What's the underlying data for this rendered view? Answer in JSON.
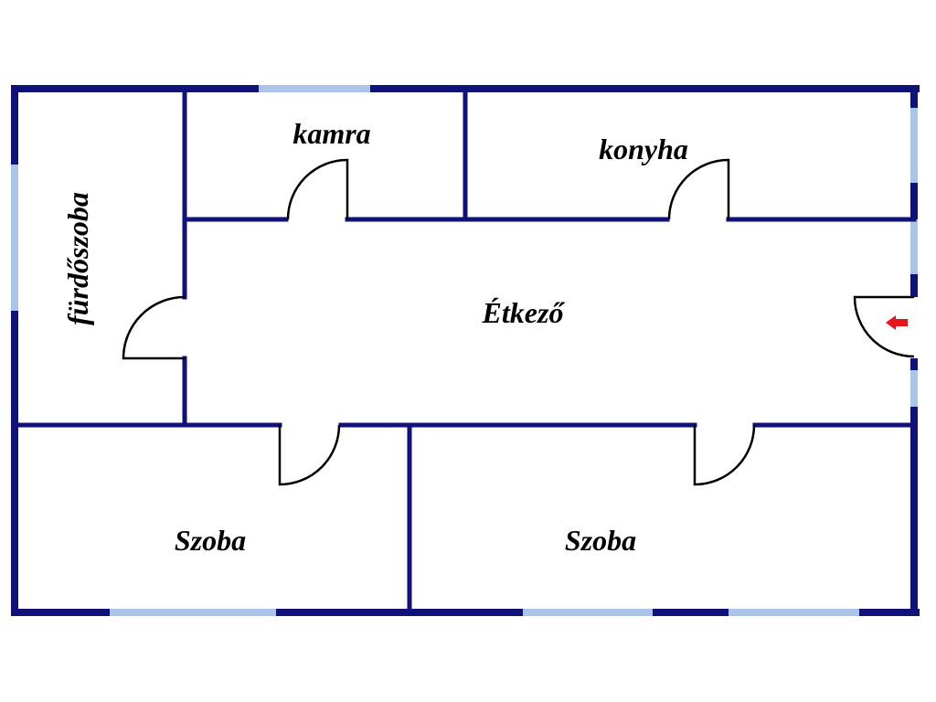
{
  "floor_plan": {
    "rooms": [
      {
        "id": "kamra",
        "label": "kamra"
      },
      {
        "id": "konyha",
        "label": "konyha"
      },
      {
        "id": "furdoszoba",
        "label": "fürdőszoba"
      },
      {
        "id": "etkezo",
        "label": "Étkező"
      },
      {
        "id": "szoba_left",
        "label": "Szoba"
      },
      {
        "id": "szoba_right",
        "label": "Szoba"
      }
    ],
    "entrance_icon": "red-arrow-left-icon",
    "colors": {
      "wall": "#10127a",
      "window": "#a9c6e8",
      "door": "#000000",
      "arrow": "#e8141c",
      "background": "#ffffff"
    }
  }
}
